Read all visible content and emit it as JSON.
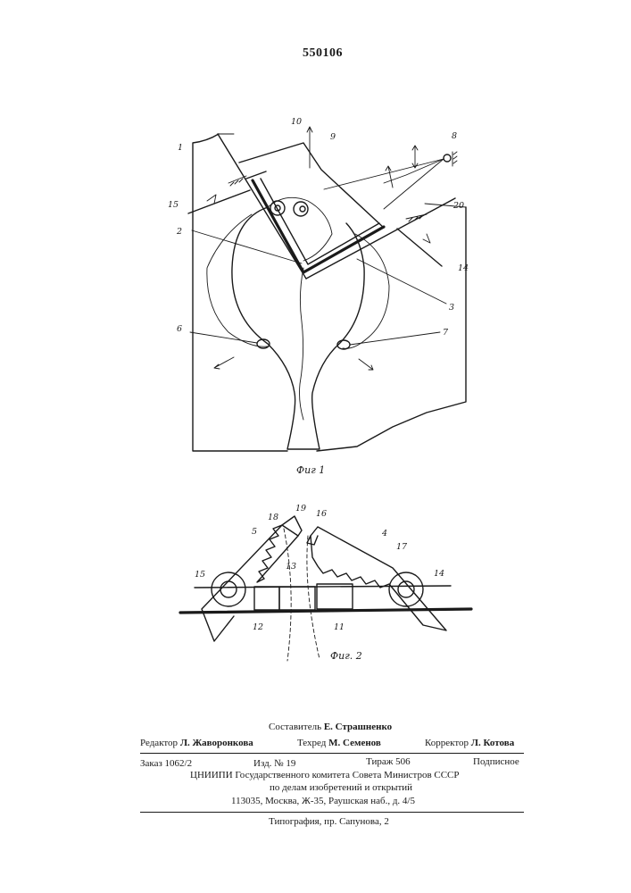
{
  "patent_number": "550106",
  "figures": {
    "fig1": {
      "caption": "Фиг 1",
      "labels": [
        "1",
        "10",
        "9",
        "8",
        "15",
        "2",
        "20",
        "14",
        "3",
        "6",
        "7"
      ]
    },
    "fig2": {
      "caption": "Фиг. 2",
      "labels": [
        "19",
        "16",
        "18",
        "5",
        "4",
        "17",
        "15",
        "13",
        "14",
        "12",
        "11"
      ]
    }
  },
  "imprint": {
    "compiler": {
      "label": "Составитель",
      "name": "Е. Страшненко"
    },
    "editor": {
      "label": "Редактор",
      "name": "Л. Жаворонкова"
    },
    "techred": {
      "label": "Техред",
      "name": "М. Семенов"
    },
    "corrector": {
      "label": "Корректор",
      "name": "Л. Котова"
    },
    "order": "Заказ 1062/2",
    "edition": "Изд. № 19",
    "circulation": "Тираж 506",
    "subscription": "Подписное",
    "institute": "ЦНИИПИ Государственного комитета Совета Министров СССР",
    "department": "по делам изобретений и открытий",
    "address": "113035, Москва, Ж-35, Раушская наб., д. 4/5",
    "printer": "Типография, пр. Сапунова, 2"
  }
}
